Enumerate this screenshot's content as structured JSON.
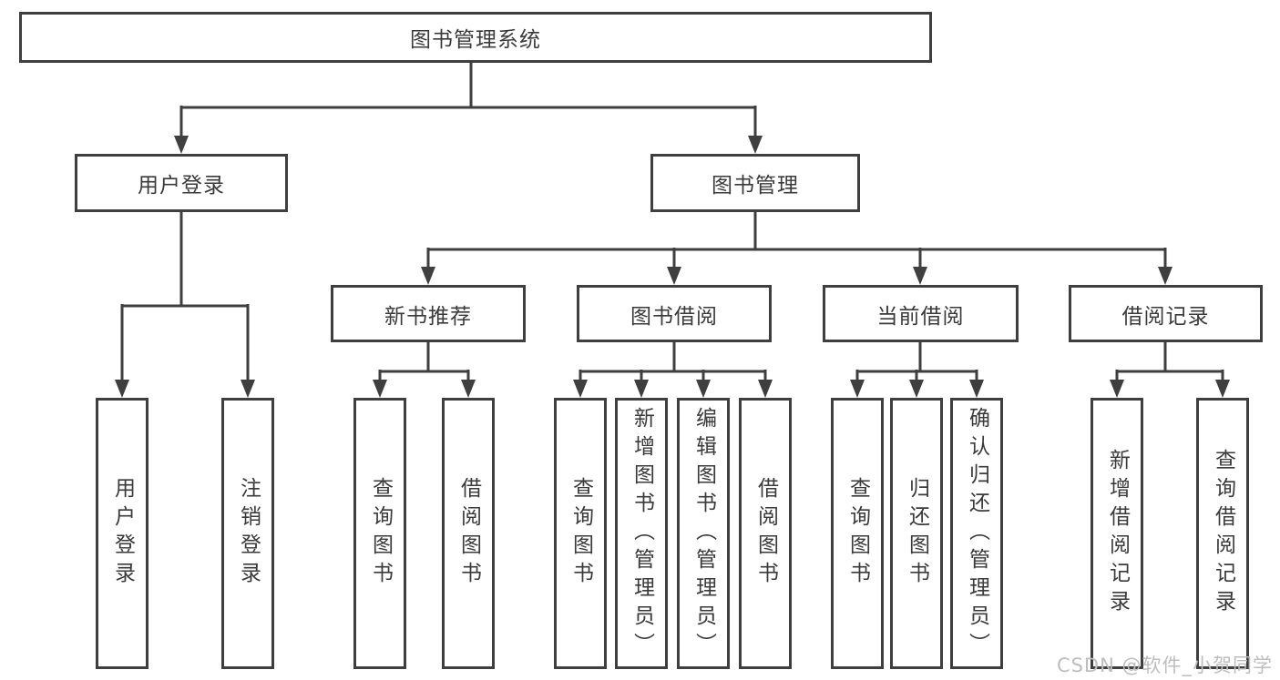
{
  "colors": {
    "line": "#3f3f3f",
    "text": "#3a3a3a",
    "watermark": "#bdbdbd",
    "background": "#ffffff"
  },
  "watermark": {
    "text": "CSDN @软件_小贺同学"
  },
  "tree": {
    "root": {
      "label": "图书管理系统"
    },
    "level2": [
      {
        "label": "用户登录",
        "leaves": [
          {
            "label": "用户登录"
          },
          {
            "label": "注销登录"
          }
        ]
      },
      {
        "label": "图书管理",
        "groups": [
          {
            "label": "新书推荐",
            "leaves": [
              {
                "label": "查询图书"
              },
              {
                "label": "借阅图书"
              }
            ]
          },
          {
            "label": "图书借阅",
            "leaves": [
              {
                "label": "查询图书"
              },
              {
                "label": "新增图书（管理员）"
              },
              {
                "label": "编辑图书（管理员）"
              },
              {
                "label": "借阅图书"
              }
            ]
          },
          {
            "label": "当前借阅",
            "leaves": [
              {
                "label": "查询图书"
              },
              {
                "label": "归还图书"
              },
              {
                "label": "确认归还（管理员）"
              }
            ]
          },
          {
            "label": "借阅记录",
            "leaves": [
              {
                "label": "新增借阅记录"
              },
              {
                "label": "查询借阅记录"
              }
            ]
          }
        ]
      }
    ]
  }
}
